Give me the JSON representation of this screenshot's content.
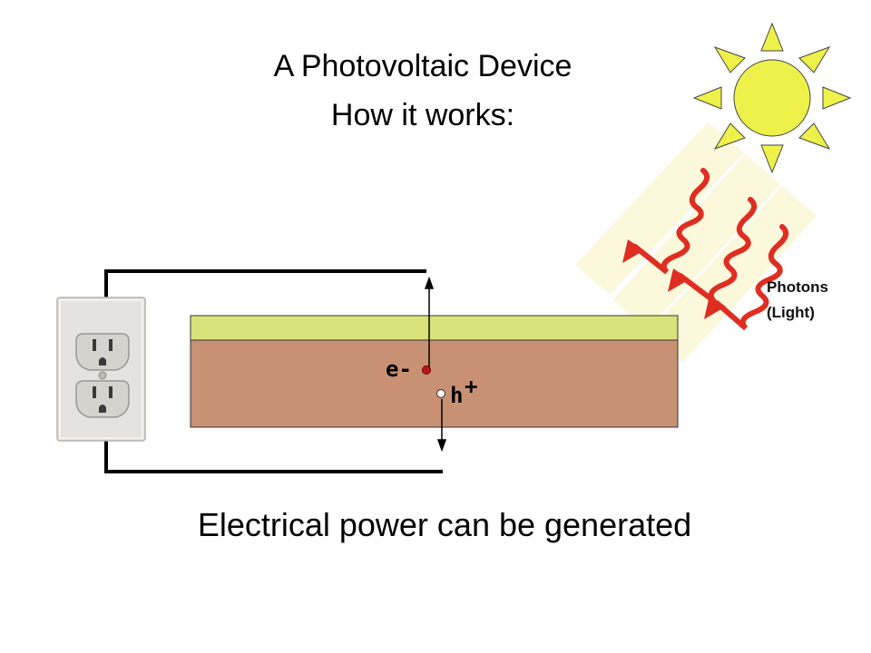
{
  "title": {
    "line1": "A Photovoltaic Device",
    "line2": "How it works:"
  },
  "photons_label": {
    "line1": "Photons",
    "line2": "(Light)"
  },
  "carriers": {
    "electron": "e-",
    "hole_base": "h",
    "hole_sup": "+"
  },
  "caption": "Electrical power can be generated",
  "colors": {
    "sun": "#eef14a",
    "photon_beam": "#fbf8dc",
    "photon_wave": "#e02d22",
    "emitter_layer": "#d9e37a",
    "absorber_layer": "#c99173",
    "electron_dot": "#c0141b",
    "outlet_plate": "#e5e2df"
  },
  "icons": [
    "sun-icon",
    "photon-wave-icon",
    "wall-outlet-icon"
  ]
}
